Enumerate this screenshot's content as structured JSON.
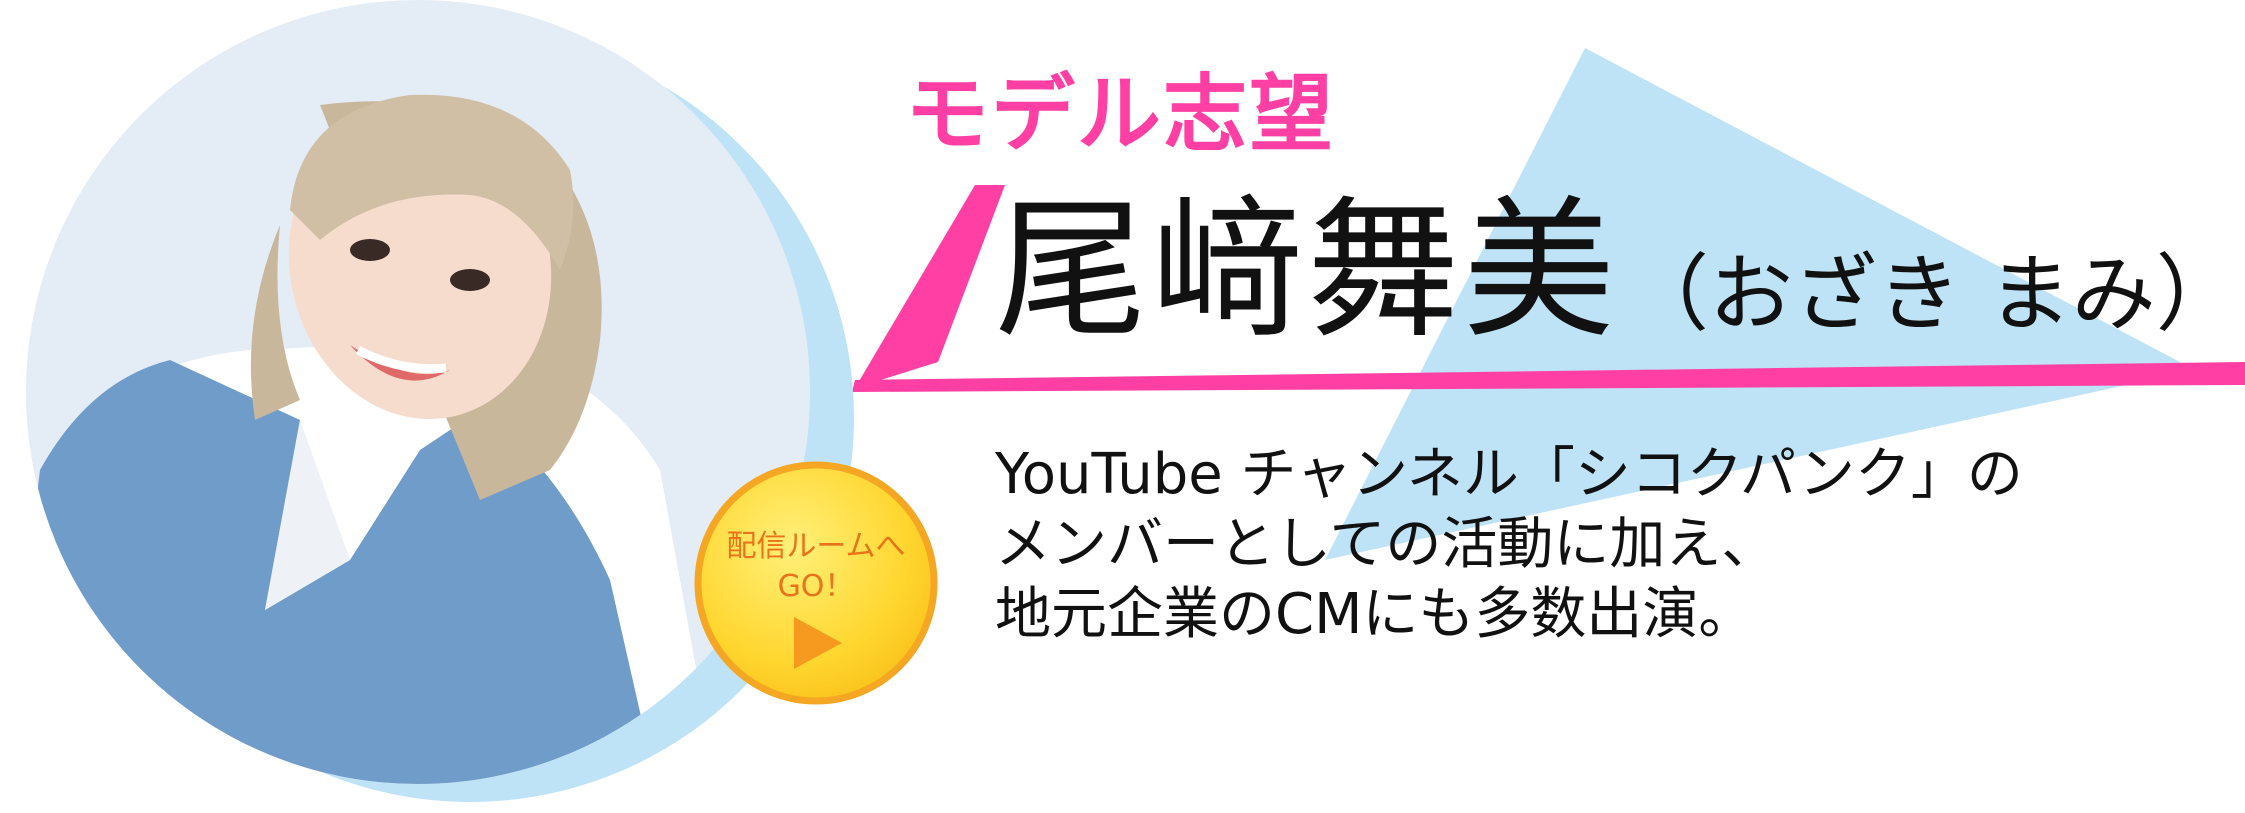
{
  "profile": {
    "category": "モデル志望",
    "name": "尾﨑舞美",
    "reading": "（おざき まみ）",
    "description_lines": [
      "YouTube チャンネル「シコクパンク」の",
      "メンバーとしての活動に加え、",
      "地元企業のCMにも多数出演。"
    ]
  },
  "go_button": {
    "line1": "配信ルームへ",
    "line2": "GO！",
    "icon": "play-icon"
  },
  "colors": {
    "accent_pink": "#ff3fa4",
    "light_blue": "#bfe3f6",
    "button_yellow": "#ffd62e",
    "button_ring": "#f5a623",
    "button_text": "#e8731a",
    "play_orange": "#f59a1f",
    "text_dark": "#111111"
  }
}
